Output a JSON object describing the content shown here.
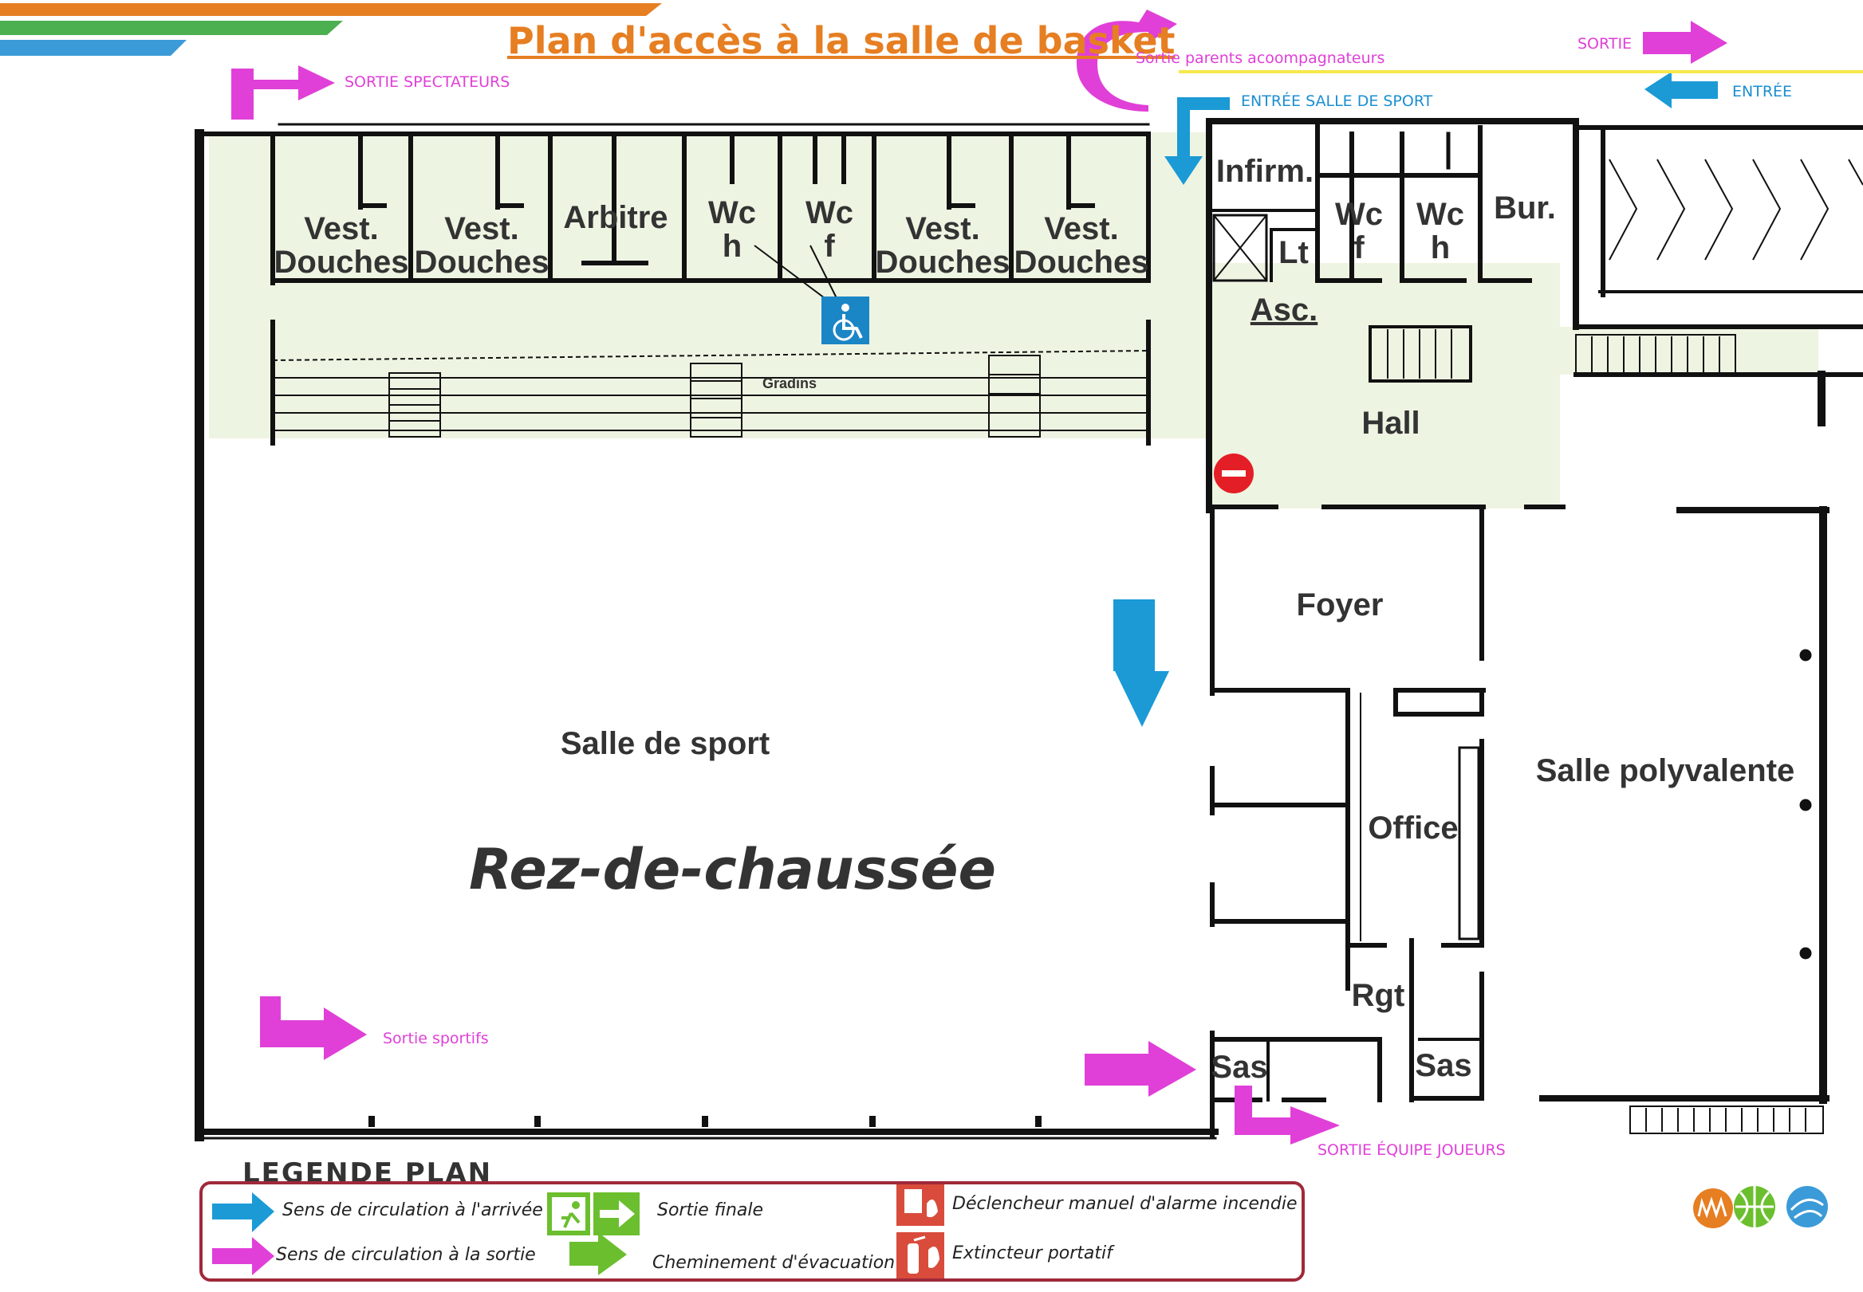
{
  "title": "Plan d'accès à la salle de basket",
  "floor_label": "Rez-de-chaussée",
  "colors": {
    "entry_arrow": "#1b9ad6",
    "exit_arrow": "#e040d8",
    "evacuation": "#6bbf2e",
    "walls": "#111111",
    "circulation_area": "#eef4e2",
    "title": "#e67e22",
    "legend_border": "#a0293a",
    "fire_equipment": "#d94c3c"
  },
  "arrows": {
    "sortie_spectateurs": "SORTIE SPECTATEURS",
    "sortie_parents": "Sortie parents acoompagnateurs",
    "sortie": "SORTIE",
    "entree": "ENTRÉE",
    "entree_salle_de_sport": "ENTRÉE SALLE DE SPORT",
    "sortie_sportifs": "Sortie sportifs",
    "sortie_equipe_joueurs": "SORTIE ÉQUIPE JOUEURS"
  },
  "rooms": {
    "vest": "Vest.",
    "douches": "Douches",
    "arbitre": "Arbitre",
    "wc": "Wc",
    "h": "h",
    "f": "f",
    "gradins": "Gradins",
    "infirm": "Infirm.",
    "lt": "Lt",
    "asc": "Asc.",
    "bur": "Bur.",
    "hall": "Hall",
    "foyer": "Foyer",
    "office": "Office",
    "rgt": "Rgt",
    "sas": "Sas",
    "salle_de_sport": "Salle de sport",
    "salle_polyvalente": "Salle polyvalente"
  },
  "legend": {
    "title": "LEGENDE PLAN",
    "items": {
      "arrival": "Sens de circulation à l'arrivée",
      "exit": "Sens de circulation à la sortie",
      "final_exit": "Sortie finale",
      "evacuation": "Cheminement d'évacuation",
      "alarm": "Déclencheur manuel d'alarme incendie",
      "extinguisher": "Extincteur portatif"
    }
  },
  "icons": [
    "wheelchair-icon",
    "no-entry-icon",
    "emergency-exit-icon",
    "fire-alarm-icon",
    "fire-extinguisher-icon",
    "sport-logo-icons"
  ]
}
